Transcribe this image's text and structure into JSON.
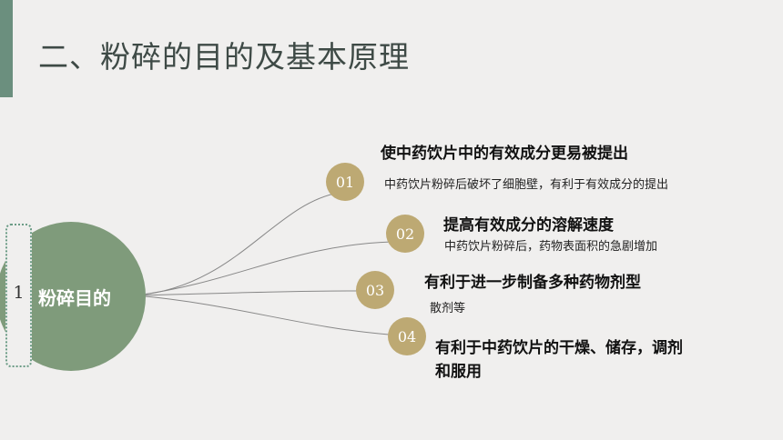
{
  "slide": {
    "title": "二、粉碎的目的及基本原理"
  },
  "main_node": {
    "number": "1",
    "label": "粉碎目的"
  },
  "items": [
    {
      "num": "01",
      "title": "使中药饮片中的有效成分更易被提出",
      "desc": "中药饮片粉碎后破坏了细胞壁，有利于有效成分的提出"
    },
    {
      "num": "02",
      "title": "提高有效成分的溶解速度",
      "desc": "中药饮片粉碎后，药物表面积的急剧增加"
    },
    {
      "num": "03",
      "title": "有利于进一步制备多种药物剂型",
      "desc": "散剂等"
    },
    {
      "num": "04",
      "title": "有利于中药饮片的干燥、储存，调剂",
      "title2": "和服用"
    }
  ],
  "colors": {
    "accent": "#6b8f7e",
    "main_circle": "#7f9b7b",
    "number_dot": "#bda973",
    "background": "#f0efee"
  }
}
